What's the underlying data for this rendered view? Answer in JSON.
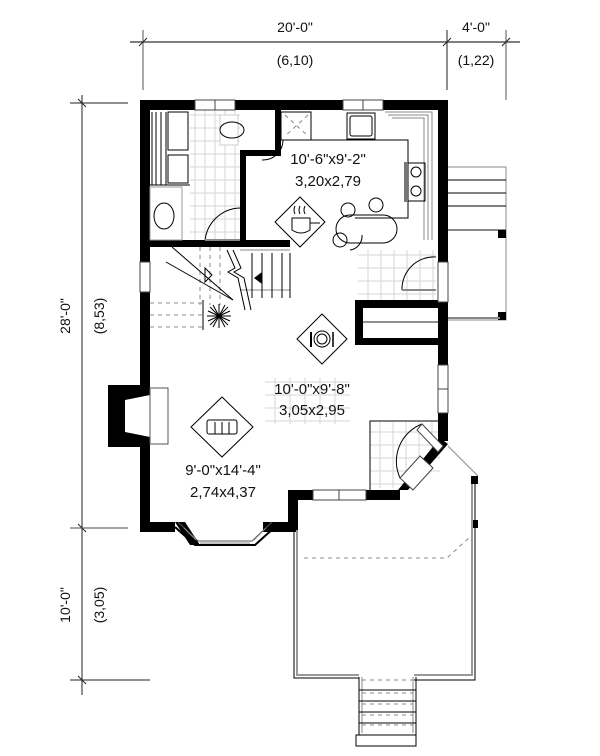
{
  "dimensions": {
    "top_main": {
      "imperial": "20'-0\"",
      "metric": "(6,10)"
    },
    "top_side": {
      "imperial": "4'-0\"",
      "metric": "(1,22)"
    },
    "left_main": {
      "imperial": "28'-0\"",
      "metric": "(8,53)"
    },
    "left_porch": {
      "imperial": "10'-0\"",
      "metric": "(3,05)"
    }
  },
  "rooms": {
    "kitchen": {
      "imperial": "10'-6\"x9'-2\"",
      "metric": "3,20x2,79",
      "icon": "cooking-pot-icon"
    },
    "dining": {
      "imperial": "10'-0\"x9'-8\"",
      "metric": "3,05x2,95",
      "icon": "place-setting-icon"
    },
    "living": {
      "imperial": "9'-0\"x14'-4\"",
      "metric": "2,74x4,37",
      "icon": "sofa-icon"
    }
  },
  "features": {
    "bathroom": "bathroom",
    "stairs": "staircase",
    "fireplace": "fireplace",
    "side_deck": "side-stairs",
    "front_porch": "front-porch",
    "bay_window": "bay-window"
  },
  "colors": {
    "wall": "#000000",
    "tile": "#d6d6d6",
    "line": "#888888",
    "background": "#ffffff"
  }
}
